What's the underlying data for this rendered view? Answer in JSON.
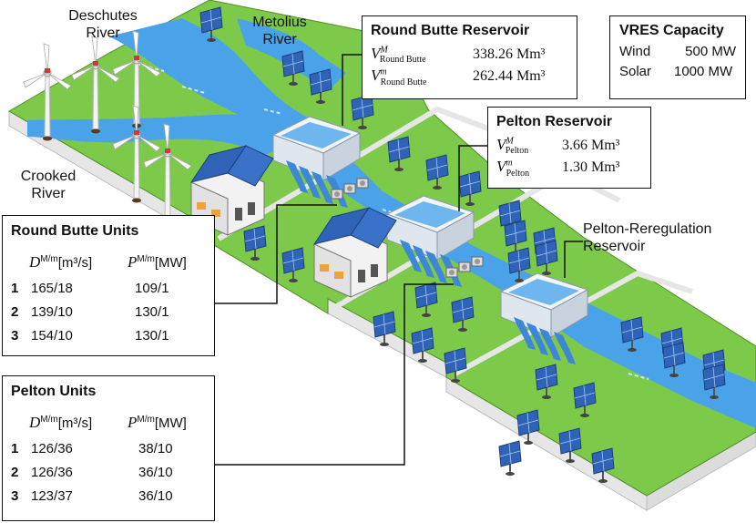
{
  "labels": {
    "deschutes": "Deschutes\nRiver",
    "metolius": "Metolius\nRiver",
    "crooked": "Crooked\nRiver",
    "pelton_rereg": "Pelton-Reregulation\nReservoir"
  },
  "round_butte_reservoir": {
    "title": "Round Butte Reservoir",
    "var": "V",
    "sup_max": "M",
    "sup_min": "m",
    "sub": "Round Butte",
    "max_value": "338.26 Mm³",
    "min_value": "262.44 Mm³"
  },
  "pelton_reservoir": {
    "title": "Pelton Reservoir",
    "var": "V",
    "sup_max": "M",
    "sup_min": "m",
    "sub": "Pelton",
    "max_value": "3.66 Mm³",
    "min_value": "1.30 Mm³"
  },
  "vres": {
    "title": "VRES Capacity",
    "rows": [
      {
        "name": "Wind",
        "value": "500 MW"
      },
      {
        "name": "Solar",
        "value": "1000 MW"
      }
    ]
  },
  "round_butte_units": {
    "title": "Round Butte Units",
    "header_d": "D",
    "header_d_sup": "M/m",
    "header_d_unit": "[m³/s]",
    "header_p": "P",
    "header_p_sup": "M/m",
    "header_p_unit": "[MW]",
    "rows": [
      {
        "id": "1",
        "d": "165/18",
        "p": "109/1"
      },
      {
        "id": "2",
        "d": "139/10",
        "p": "130/1"
      },
      {
        "id": "3",
        "d": "154/10",
        "p": "130/1"
      }
    ]
  },
  "pelton_units": {
    "title": "Pelton Units",
    "header_d": "D",
    "header_d_sup": "M/m",
    "header_d_unit": "[m³/s]",
    "header_p": "P",
    "header_p_sup": "M/m",
    "header_p_unit": "[MW]",
    "rows": [
      {
        "id": "1",
        "d": "126/36",
        "p": "38/10"
      },
      {
        "id": "2",
        "d": "126/36",
        "p": "36/10"
      },
      {
        "id": "3",
        "d": "123/37",
        "p": "36/10"
      }
    ]
  },
  "colors": {
    "grass": "#7dc94a",
    "grass_dark": "#5aa12e",
    "land_side": "#e9e9e9",
    "river": "#4aa3e8",
    "river_light": "#8cc9f2",
    "panel": "#2f63b8",
    "dam": "#e8eef5",
    "house": "#f4f4f4",
    "outline": "#111111"
  },
  "icons": [
    "wind-turbine-icon",
    "solar-panel-icon",
    "dam-icon",
    "powerhouse-icon",
    "transformer-icon"
  ]
}
